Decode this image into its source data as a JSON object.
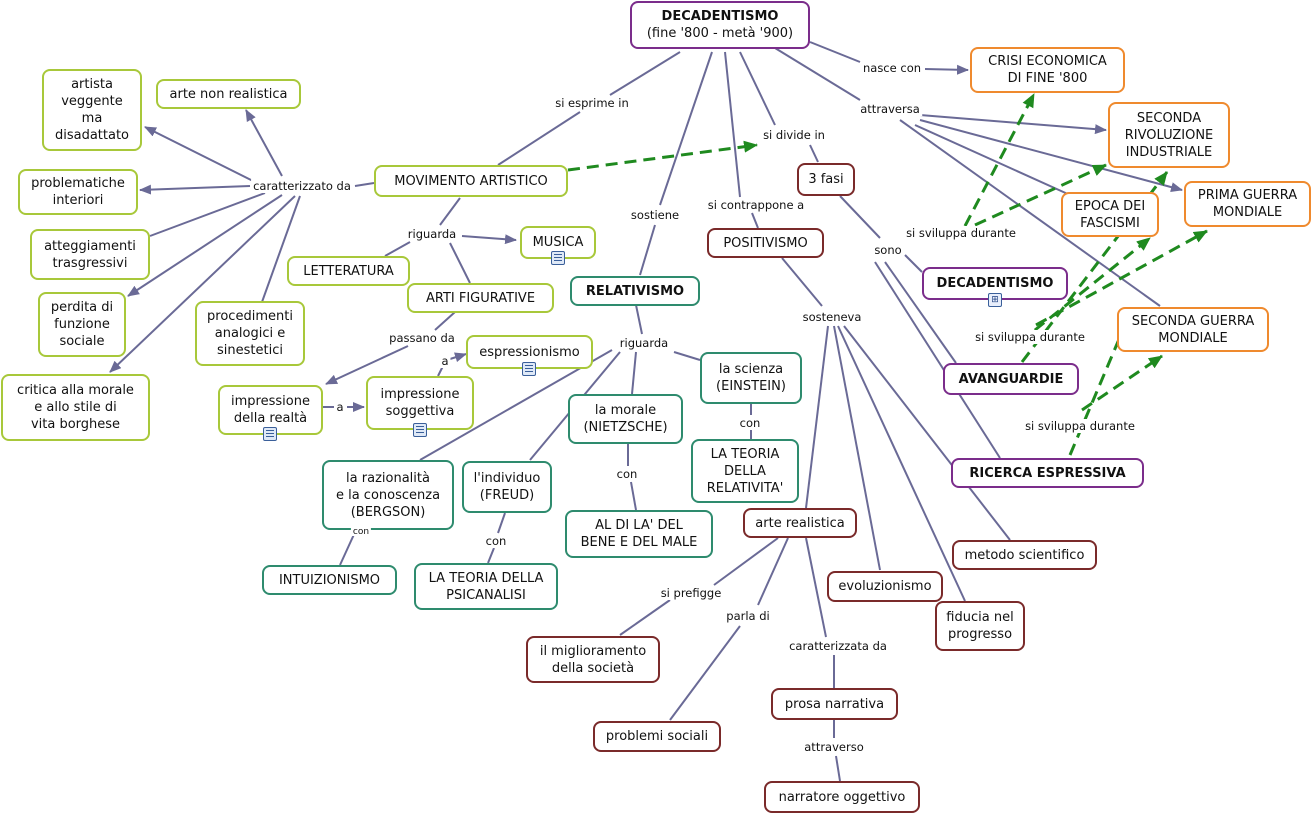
{
  "nodes": {
    "decadentismo_main": "DECADENTISMO",
    "decadentismo_sub": "(fine '800 - metà '900)",
    "crisi": "CRISI ECONOMICA\nDI FINE '800",
    "seconda_riv": "SECONDA\nRIVOLUZIONE\nINDUSTRIALE",
    "prima_guerra": "PRIMA GUERRA\nMONDIALE",
    "epoca_fascismi": "EPOCA DEI\nFASCISMI",
    "seconda_guerra": "SECONDA GUERRA\nMONDIALE",
    "movimento": "MOVIMENTO ARTISTICO",
    "artista": "artista\nveggente\nma\ndisadattato",
    "arte_non_real": "arte non realistica",
    "problematiche": "problematiche\ninteriori",
    "atteggiamenti": "atteggiamenti\ntrasgressivi",
    "perdita": "perdita di\nfunzione\nsociale",
    "critica": "critica alla morale\ne allo stile di\nvita borghese",
    "procedimenti": "procedimenti\nanalogici e\nsinestetici",
    "musica": "MUSICA",
    "letteratura": "LETTERATURA",
    "arti_fig": "ARTI FIGURATIVE",
    "impressione_realta": "impressione\ndella realtà",
    "impressione_sogg": "impressione\nsoggettiva",
    "espressionismo": "espressionismo",
    "relativismo": "RELATIVISMO",
    "scienza": "la scienza\n(EINSTEIN)",
    "teoria_rel": "LA TEORIA\nDELLA\nRELATIVITA'",
    "morale": "la morale\n(NIETZSCHE)",
    "aldila": "AL DI LA' DEL\nBENE E DEL MALE",
    "individuo": "l'individuo\n(FREUD)",
    "teoria_psi": "LA TEORIA DELLA\nPSICANALISI",
    "razionalita": "la razionalità\ne la conoscenza\n(BERGSON)",
    "intuizionismo": "INTUIZIONISMO",
    "tre_fasi": "3 fasi",
    "positivismo": "POSITIVISMO",
    "decadentismo_fase": "DECADENTISMO",
    "avanguardie": "AVANGUARDIE",
    "ricerca": "RICERCA ESPRESSIVA",
    "arte_real": "arte realistica",
    "metodo": "metodo scientifico",
    "evoluzionismo": "evoluzionismo",
    "fiducia": "fiducia nel\nprogresso",
    "miglioramento": "il miglioramento\ndella società",
    "problemi": "problemi sociali",
    "prosa": "prosa narrativa",
    "narratore": "narratore oggettivo"
  },
  "labels": {
    "nasce_con": "nasce con",
    "attraversa": "attraversa",
    "si_esprime_in": "si esprime in",
    "si_divide_in": "si divide in",
    "sostiene": "sostiene",
    "si_contrappone_a": "si contrappone a",
    "caratterizzato_da": "caratterizzato da",
    "riguarda_1": "riguarda",
    "passano_da": "passano da",
    "a_1": "a",
    "a_2": "a",
    "riguarda_2": "riguarda",
    "con_1": "con",
    "con_2": "con",
    "con_3": "con",
    "con_4": "con",
    "sono": "sono",
    "si_sviluppa_durante_1": "si sviluppa durante",
    "si_sviluppa_durante_2": "si sviluppa  durante",
    "si_sviluppa_durante_3": "si sviluppa durante",
    "sosteneva": "sosteneva",
    "si_prefigge": "si prefigge",
    "parla_di": "parla di",
    "caratterizzata_da": "caratterizzata da",
    "attraverso": "attraverso"
  },
  "colors": {
    "line": "#6a6a96",
    "dashed": "#1f8a1f",
    "green": "#a8c83a",
    "teal": "#2e8b6e",
    "maroon": "#7a2a2a",
    "purple": "#7b2d8b",
    "orange": "#ef8a2e"
  },
  "icons": [
    "document-icon",
    "concept-map-icon"
  ]
}
